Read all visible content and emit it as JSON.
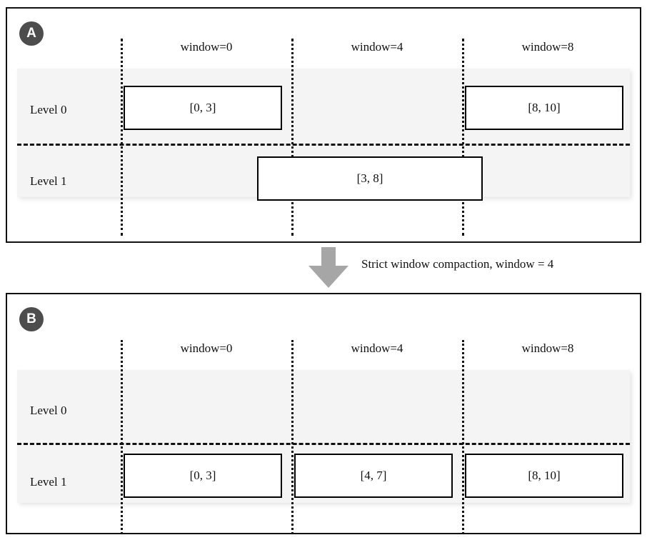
{
  "figure": {
    "type": "diagram",
    "subject": "LSM-tree strict window compaction before/after",
    "panels": [
      {
        "id": "A",
        "badge_label": "A",
        "window_headers": [
          "window=0",
          "window=4",
          "window=8"
        ],
        "level_labels": [
          "Level 0",
          "Level 1"
        ],
        "boxes": [
          {
            "label": "[0, 3]",
            "level": "Level 0",
            "window": "window=0"
          },
          {
            "label": "[8, 10]",
            "level": "Level 0",
            "window": "window=8"
          },
          {
            "label": "[3, 8]",
            "level": "Level 1",
            "window": "window=4"
          }
        ]
      },
      {
        "id": "B",
        "badge_label": "B",
        "window_headers": [
          "window=0",
          "window=4",
          "window=8"
        ],
        "level_labels": [
          "Level 0",
          "Level 1"
        ],
        "boxes": [
          {
            "label": "[0, 3]",
            "level": "Level 1",
            "window": "window=0"
          },
          {
            "label": "[4, 7]",
            "level": "Level 1",
            "window": "window=4"
          },
          {
            "label": "[8, 10]",
            "level": "Level 1",
            "window": "window=8"
          }
        ]
      }
    ],
    "transition": {
      "caption": "Strict window compaction, window = 4",
      "arrow_direction": "down"
    },
    "colors": {
      "badge_fill": "#4d4d4d",
      "badge_text": "#ffffff",
      "band_fill": "#f4f4f4",
      "line": "#111111",
      "box_border": "#000000",
      "box_fill": "#ffffff",
      "arrow_fill": "#a6a6a6",
      "frame": "#111111",
      "page_background": "#ffffff"
    }
  }
}
